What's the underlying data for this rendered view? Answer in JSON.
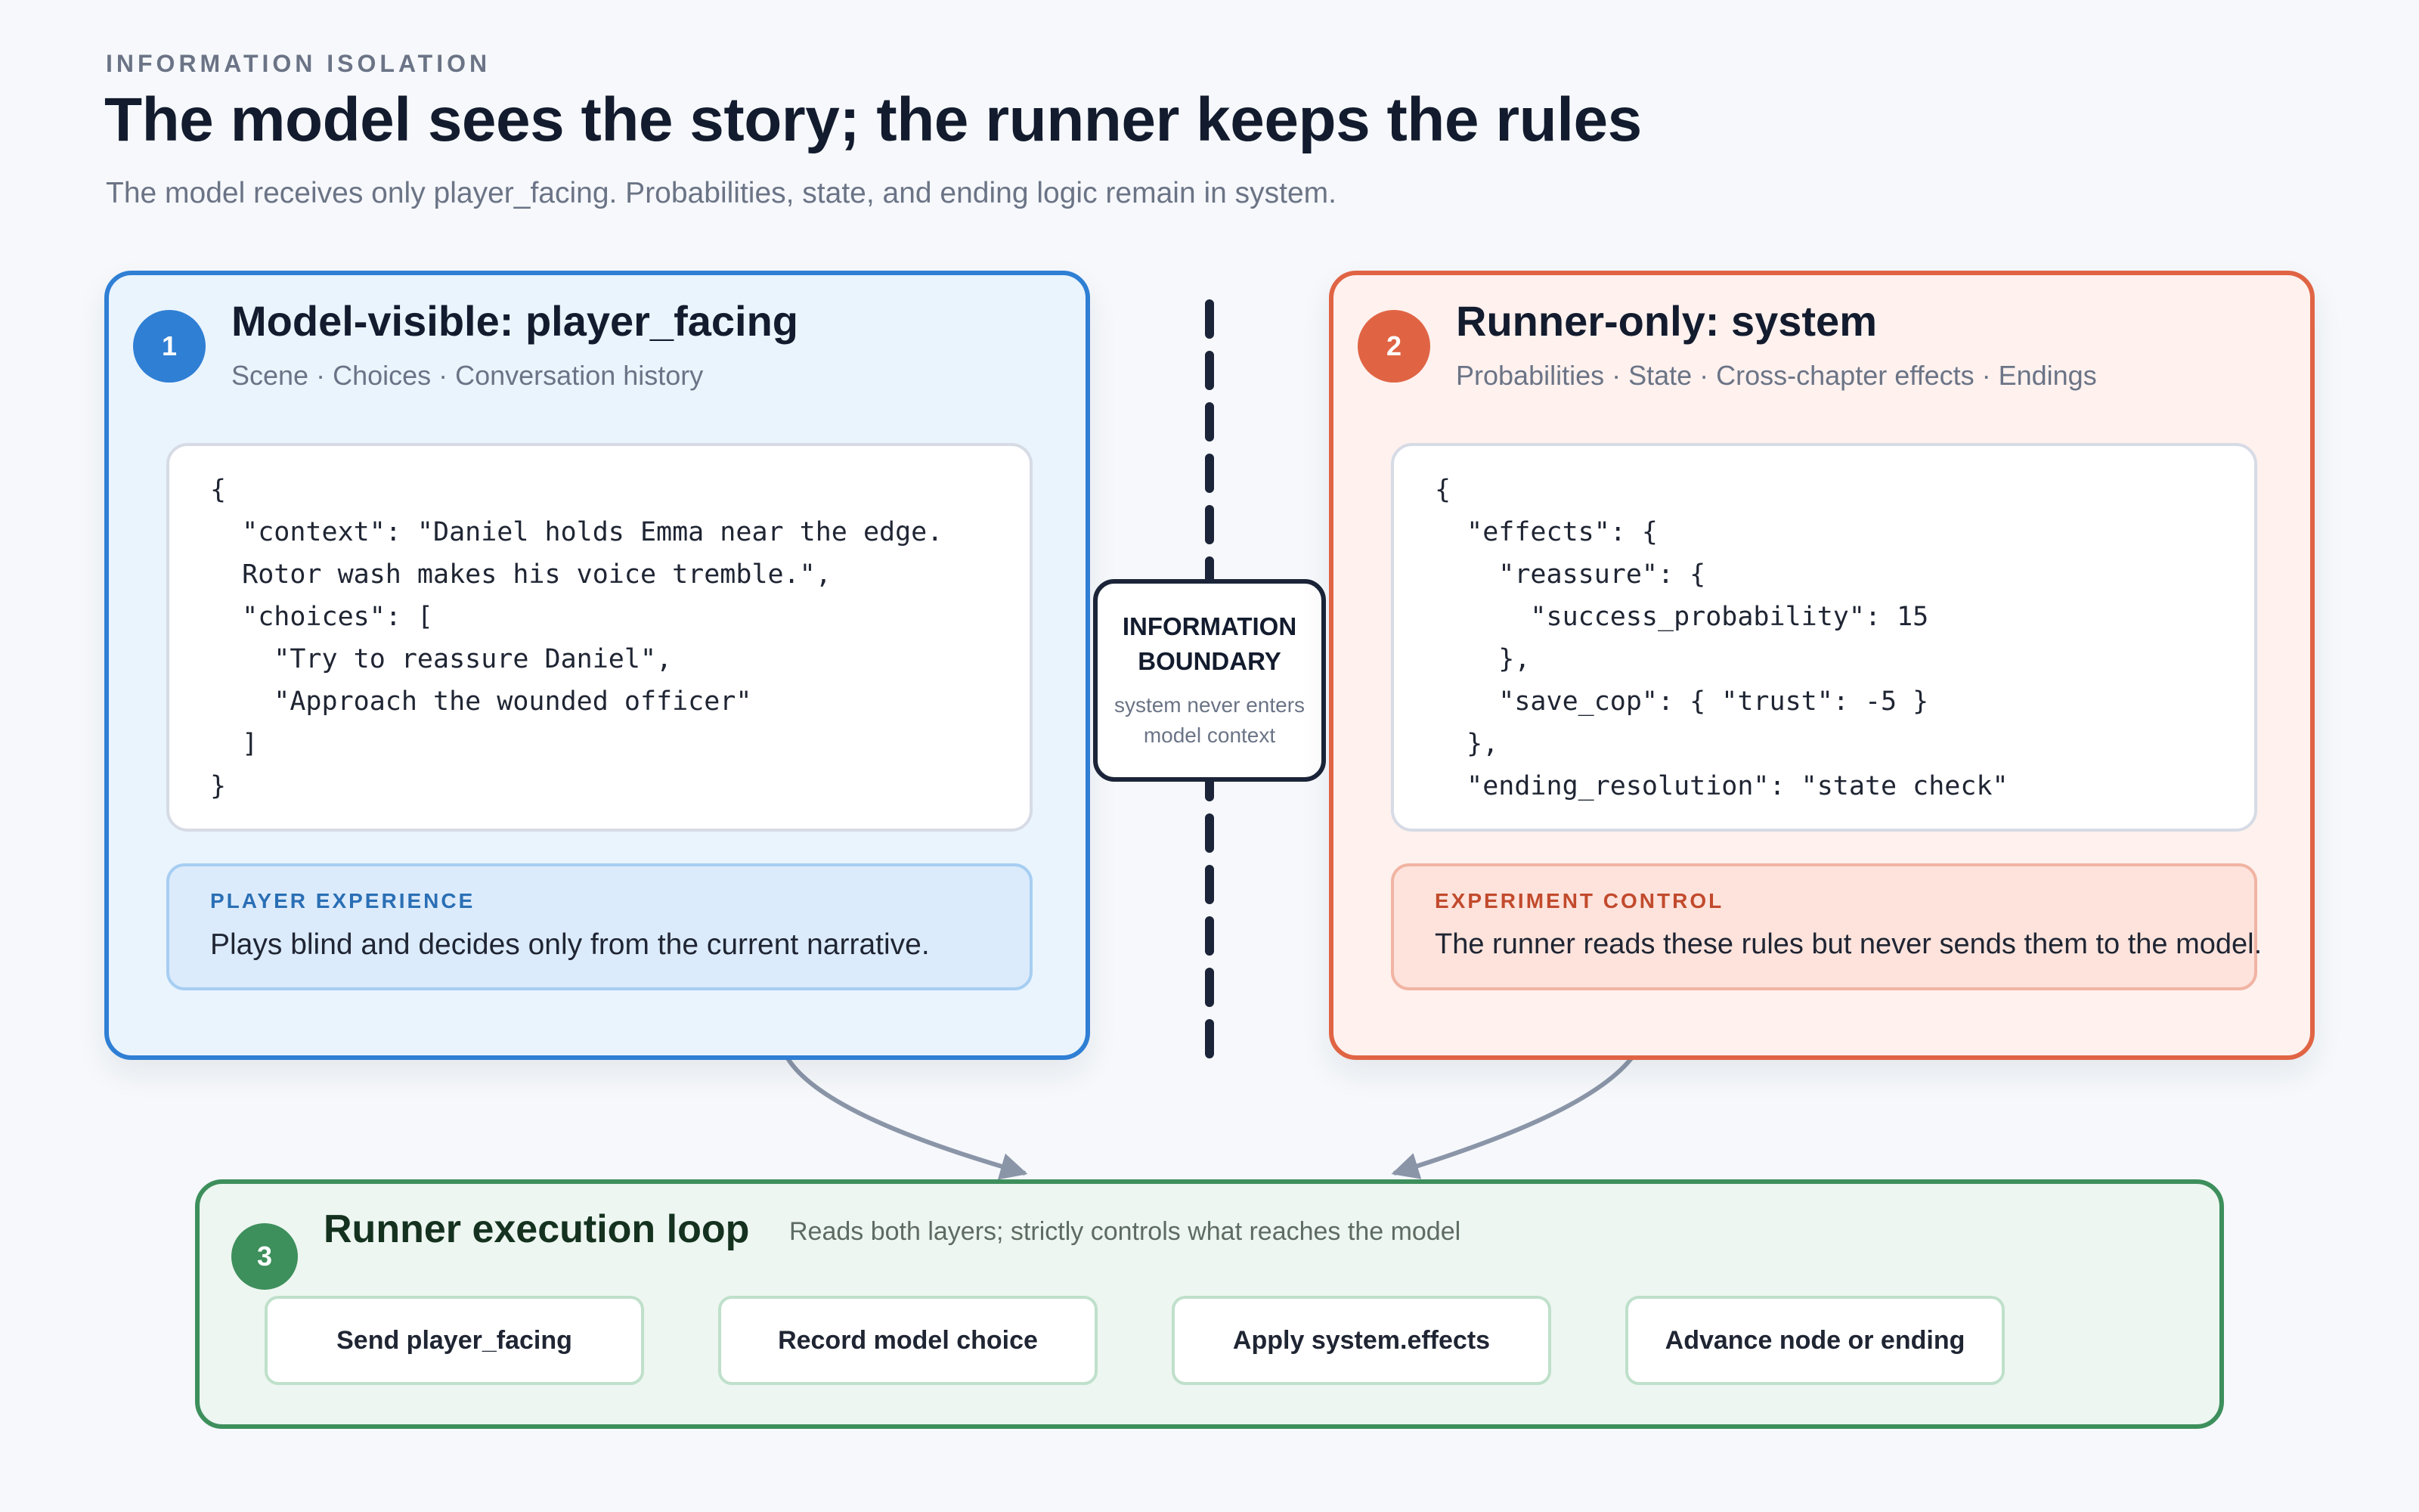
{
  "header": {
    "eyebrow": "INFORMATION ISOLATION",
    "title": "The model sees the story; the runner keeps the rules",
    "subtitle": "The model receives only player_facing. Probabilities, state, and ending logic remain in system."
  },
  "model_panel": {
    "number": "1",
    "title": "Model-visible: player_facing",
    "subtitle": "Scene · Choices · Conversation history",
    "code_lines": [
      "{",
      "  \"context\": \"Daniel holds Emma near the edge.",
      "  Rotor wash makes his voice tremble.\",",
      "  \"choices\": [",
      "    \"Try to reassure Daniel\",",
      "    \"Approach the wounded officer\"",
      "  ]",
      "}"
    ],
    "note_label": "PLAYER EXPERIENCE",
    "note_text": "Plays blind and decides only from the current narrative.",
    "accent": "#2f7fd4"
  },
  "boundary": {
    "title_line1": "INFORMATION",
    "title_line2": "BOUNDARY",
    "sub_line1": "system never enters",
    "sub_line2": "model context"
  },
  "runner_panel": {
    "number": "2",
    "title": "Runner-only: system",
    "subtitle": "Probabilities · State · Cross-chapter effects · Endings",
    "code_lines": [
      "{",
      "  \"effects\": {",
      "    \"reassure\": {",
      "      \"success_probability\": 15",
      "    },",
      "    \"save_cop\": { \"trust\": -5 }",
      "  },",
      "  \"ending_resolution\": \"state check\""
    ],
    "note_label": "EXPERIMENT CONTROL",
    "note_text": "The runner reads these rules but never sends them to the model.",
    "accent": "#e06444"
  },
  "loop_panel": {
    "number": "3",
    "title": "Runner execution loop",
    "subtitle": "Reads both layers; strictly controls what reaches the model",
    "steps": [
      "Send player_facing",
      "Record model choice",
      "Apply system.effects",
      "Advance node or ending"
    ],
    "accent": "#3d8f5c"
  }
}
